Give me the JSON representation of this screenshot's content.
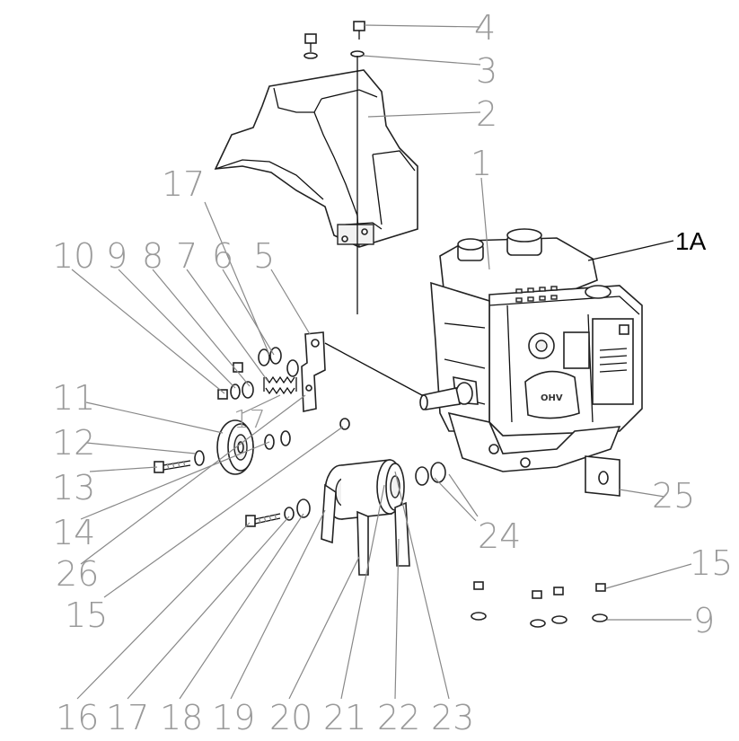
{
  "callouts": {
    "c4": "4",
    "c3": "3",
    "c2": "2",
    "c1": "1",
    "c1A": "1A",
    "c17a": "17",
    "c10": "10",
    "c9a": "9",
    "c8": "8",
    "c7": "7",
    "c6": "6",
    "c5": "5",
    "c17b": "17",
    "c11": "11",
    "c12": "12",
    "c13": "13",
    "c14": "14",
    "c26": "26",
    "c15a": "15",
    "c25": "25",
    "c24": "24",
    "c15b": "15",
    "c9b": "9",
    "c16": "16",
    "c17c": "17",
    "c18": "18",
    "c19": "19",
    "c20": "20",
    "c21": "21",
    "c22": "22",
    "c23": "23"
  },
  "engine_badge": "OHV"
}
